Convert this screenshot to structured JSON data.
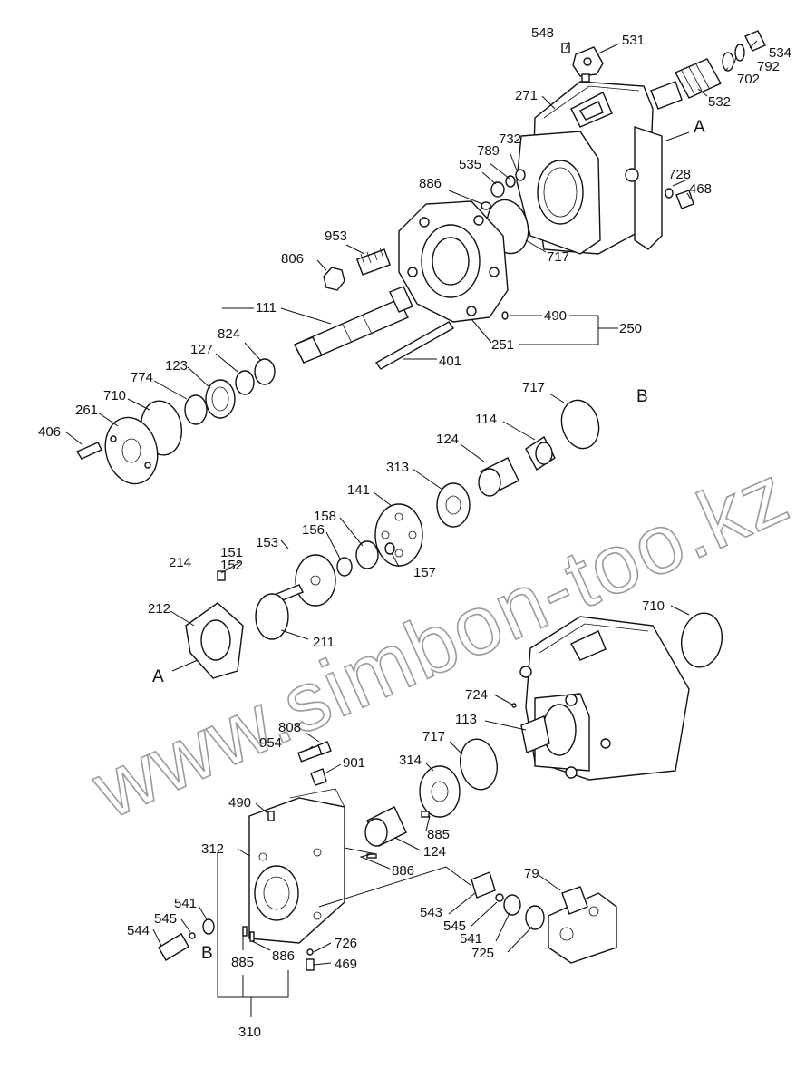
{
  "watermark": "www.simbon-too.kz",
  "section_marks": [
    "A",
    "B"
  ],
  "callouts": {
    "c548": "548",
    "c531": "531",
    "c534": "534",
    "c792": "792",
    "c702": "702",
    "c532": "532",
    "c271": "271",
    "c732": "732",
    "c789": "789",
    "c535": "535",
    "c886a": "886",
    "c728": "728",
    "c468": "468",
    "c953": "953",
    "c806": "806",
    "c717a": "717",
    "c111": "111",
    "c490a": "490",
    "c250": "250",
    "c824": "824",
    "c127": "127",
    "c123": "123",
    "c774": "774",
    "c710a": "710",
    "c261": "261",
    "c401": "401",
    "c251": "251",
    "c406": "406",
    "c717b": "717",
    "c114": "114",
    "c124a": "124",
    "c313": "313",
    "c141": "141",
    "c158": "158",
    "c156": "156",
    "c153": "153",
    "c151": "151",
    "c152": "152",
    "c214": "214",
    "c157": "157",
    "c212": "212",
    "c211": "211",
    "c710b": "710",
    "c724": "724",
    "c113": "113",
    "c808": "808",
    "c954": "954",
    "c901": "901",
    "c717c": "717",
    "c314": "314",
    "c490b": "490",
    "c885a": "885",
    "c312": "312",
    "c124b": "124",
    "c886b": "886",
    "c79": "79",
    "c541a": "541",
    "c545a": "545",
    "c544": "544",
    "c543": "543",
    "c545b": "545",
    "c541b": "541",
    "c725": "725",
    "c726": "726",
    "c469": "469",
    "c885b": "885",
    "c886c": "886",
    "c310": "310"
  }
}
